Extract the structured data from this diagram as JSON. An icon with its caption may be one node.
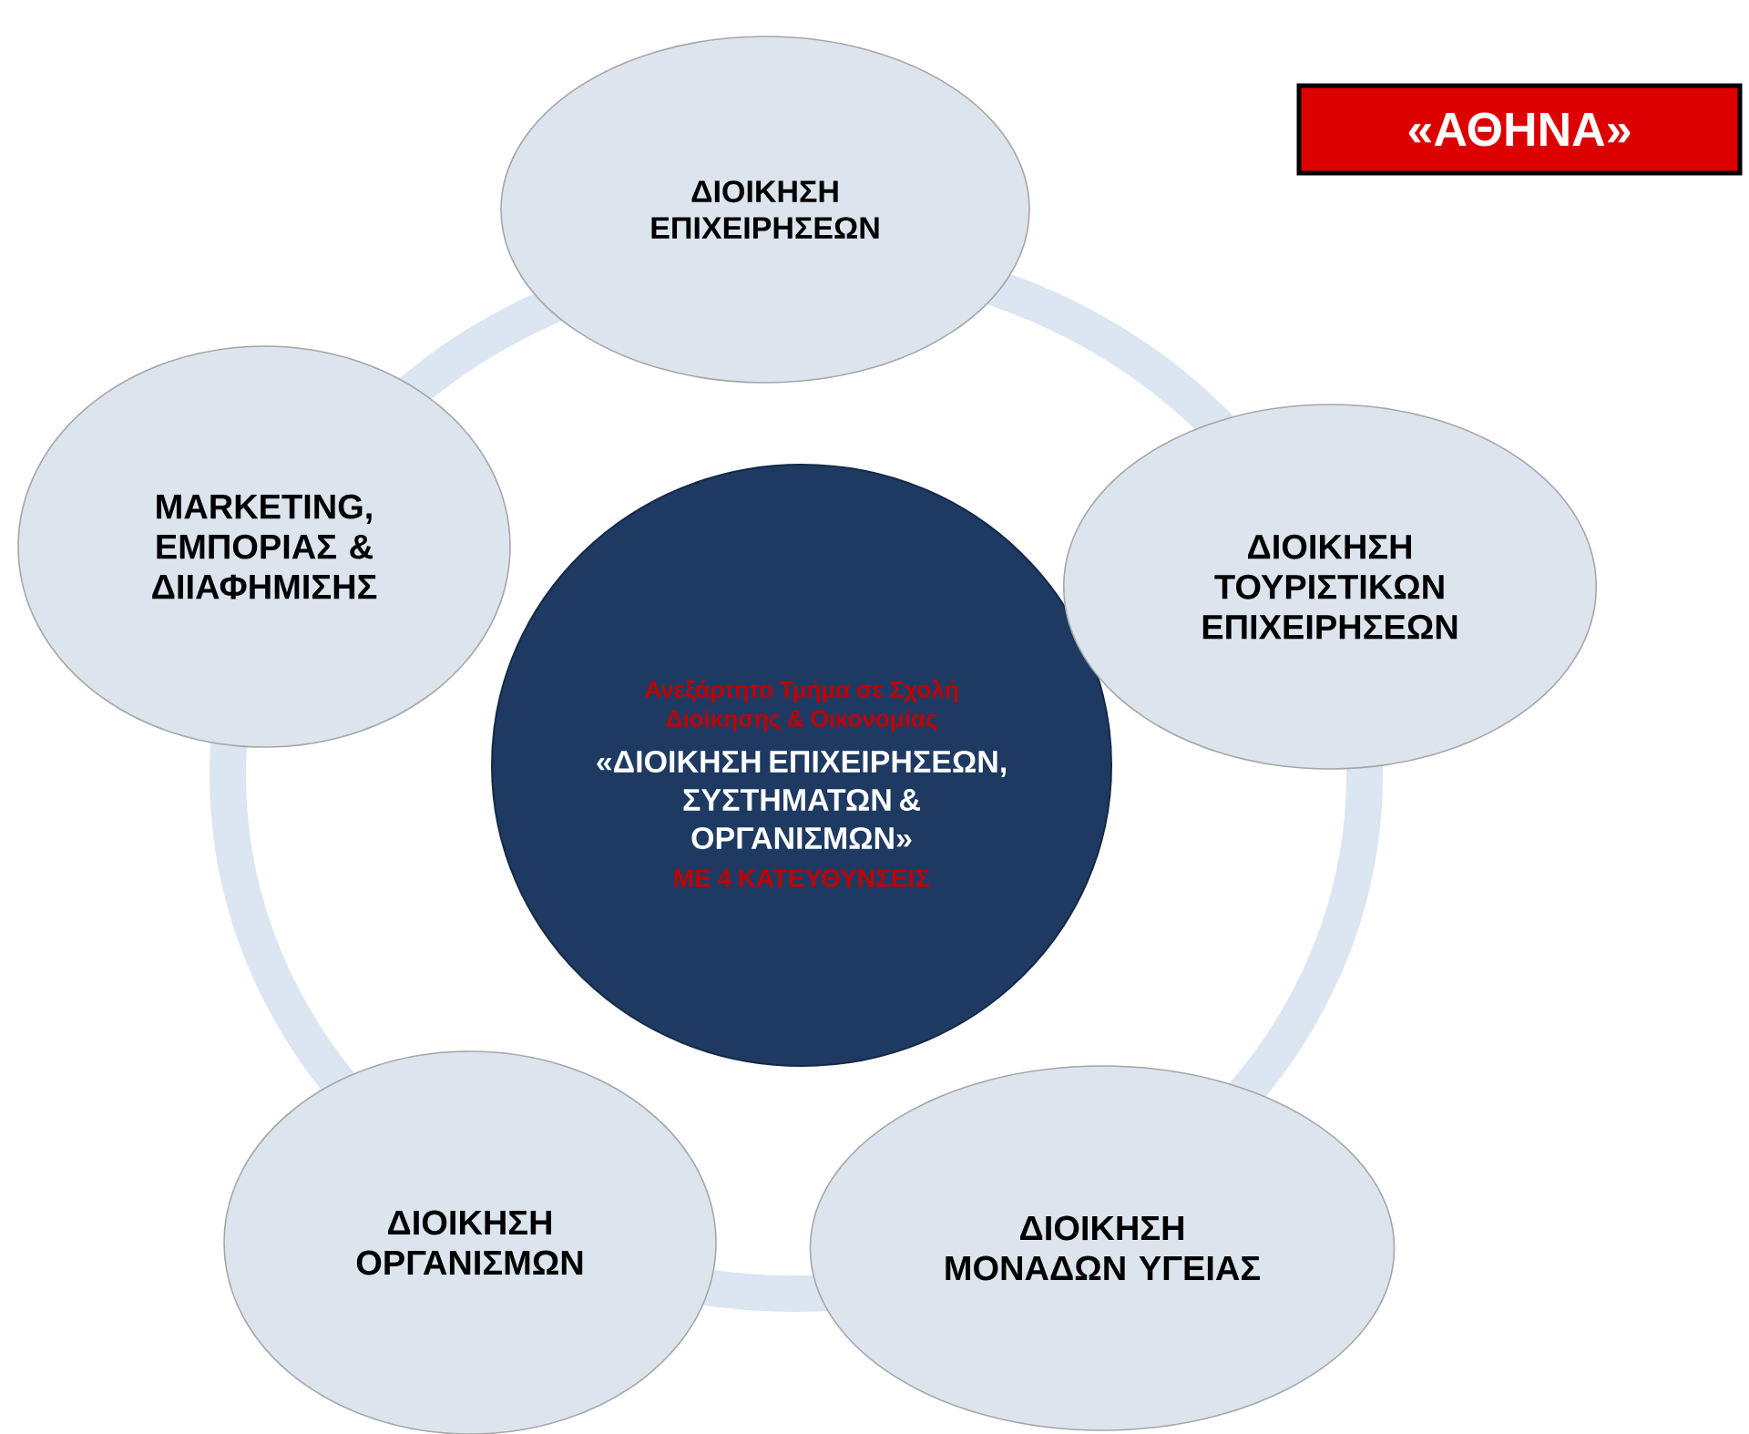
{
  "diagram": {
    "nodes": [
      {
        "text": [
          "Ανεξάρτητο Τμήμα σε Σχολή Διοίκησης & Οικονομίας",
          "«ΔΙΟΙΚΗΣΗ ΕΠΙΧΕΙΡΗΣΕΩΝ, ΣΥΣΤΗΜΑΤΩΝ & ΟΡΓΑΝΙΣΜΩΝ»",
          "ΜΕ 4 ΚΑΤΕΥΘΥΝΣΕΙΣ"
        ]
      },
      {
        "text": [
          "ΔΙΟΙΚΗΣΗ ΕΠΙΧΕΙΡΗΣΕΩΝ"
        ]
      },
      {
        "text": [
          "ΔΙΟΙΚΗΣΗ ΤΟΥΡΙΣΤΙΚΩΝ ΕΠΙΧΕΙΡΗΣΕΩΝ"
        ]
      },
      {
        "text": [
          "ΔΙΟΙΚΗΣΗ ΜΟΝΑΔΩΝ ΥΓΕΙΑΣ"
        ]
      },
      {
        "text": [
          "ΔΙΟΙΚΗΣΗ ΟΡΓΑΝΙΣΜΩΝ"
        ]
      },
      {
        "text": [
          "MARKETING, ΕΜΠΟΡΙΑΣ & ΔΙΙΑΦΗΜΙΣΗΣ"
        ]
      },
      {
        "text": [
          "«ΑΘΗΝΑ»"
        ]
      }
    ]
  }
}
